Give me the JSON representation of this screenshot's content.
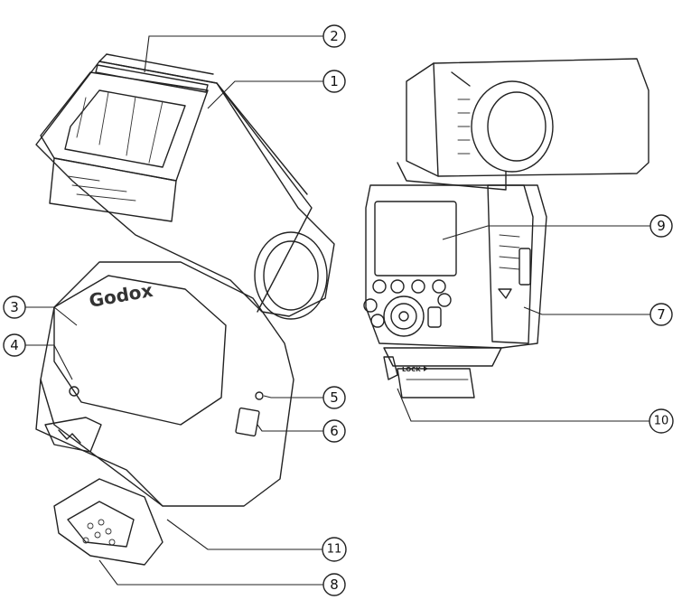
{
  "brand": {
    "text": "Godox"
  },
  "lock_label": "LOCK",
  "callouts": [
    {
      "id": "1",
      "label": "1"
    },
    {
      "id": "2",
      "label": "2"
    },
    {
      "id": "3",
      "label": "3"
    },
    {
      "id": "4",
      "label": "4"
    },
    {
      "id": "5",
      "label": "5"
    },
    {
      "id": "6",
      "label": "6"
    },
    {
      "id": "7",
      "label": "7"
    },
    {
      "id": "8",
      "label": "8"
    },
    {
      "id": "9",
      "label": "9"
    },
    {
      "id": "10",
      "label": "10"
    },
    {
      "id": "11",
      "label": "11"
    }
  ]
}
